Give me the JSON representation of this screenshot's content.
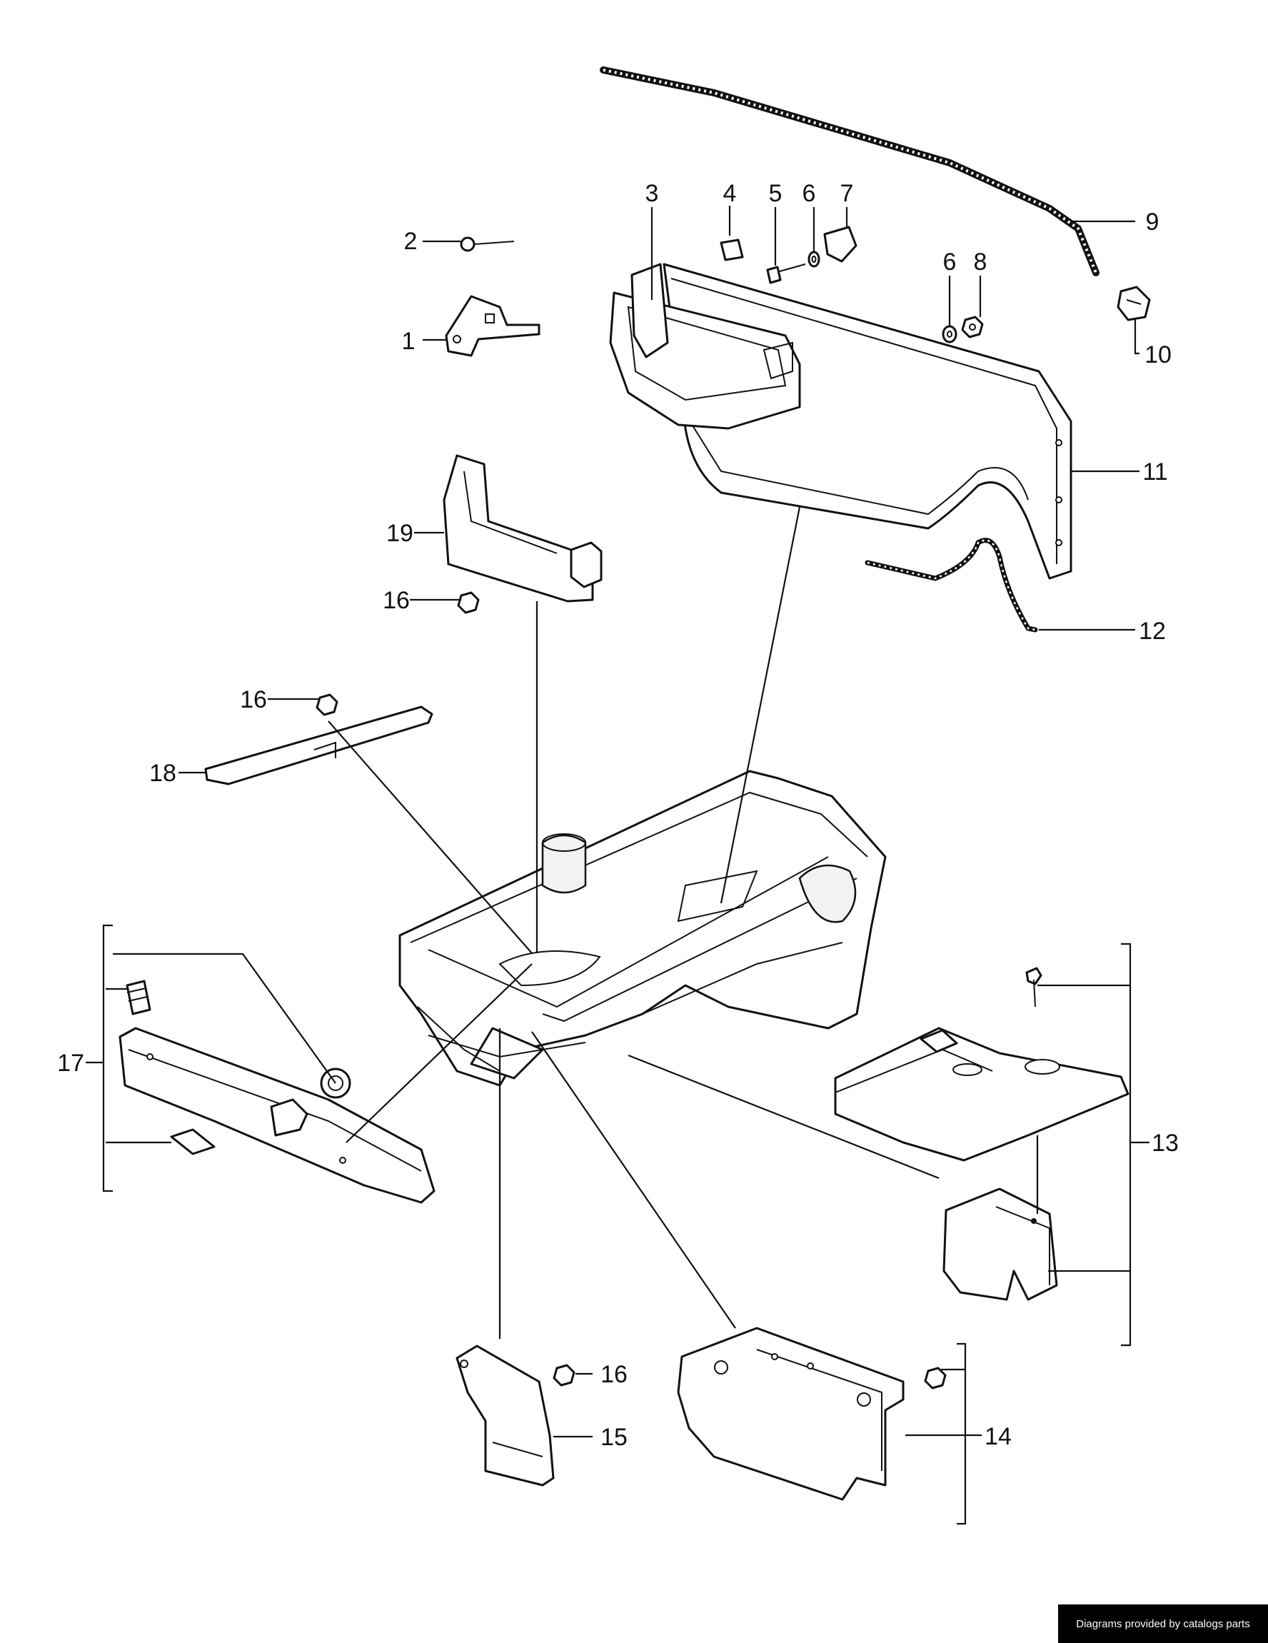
{
  "diagram": {
    "callouts": [
      "1",
      "2",
      "3",
      "4",
      "5",
      "6",
      "7",
      "6",
      "8",
      "9",
      "10",
      "11",
      "12",
      "13",
      "14",
      "15",
      "16",
      "16",
      "16",
      "17",
      "18",
      "19"
    ]
  },
  "credit": {
    "text": "Diagrams provided by catalogs parts"
  },
  "colors": {
    "ink": "#111111",
    "background": "#ffffff",
    "banner_bg": "#000000",
    "banner_text": "#ffffff"
  }
}
